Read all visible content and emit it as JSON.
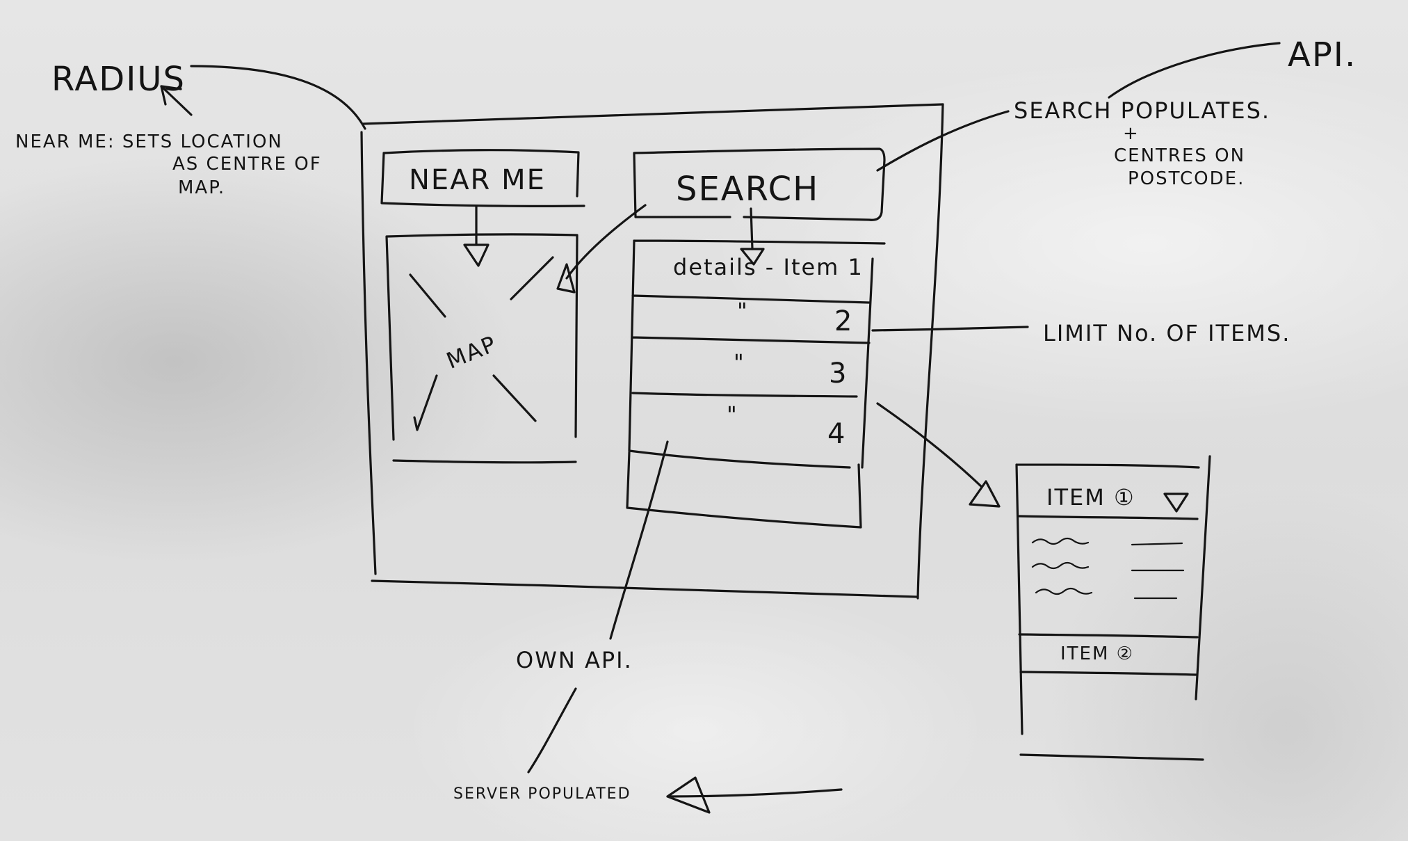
{
  "annotations": {
    "radius": "RADIUS",
    "near_me_note": "NEAR ME: SETS LOCATION",
    "near_me_note_2": "AS CENTRE OF",
    "near_me_note_3": "MAP.",
    "api": "API.",
    "search_populates": "SEARCH POPULATES.",
    "plus": "+",
    "centres_on": "CENTRES ON",
    "postcode": "POSTCODE.",
    "limit_items": "LIMIT No. OF ITEMS.",
    "own_api": "OWN API.",
    "server_populated": "SERVER POPULATED"
  },
  "wireframe": {
    "near_me_button": "NEAR ME",
    "map_label": "MAP",
    "search_box": "SEARCH",
    "list": {
      "first_row": "details - Item 1",
      "rows": [
        {
          "ditto": "\"",
          "number": "2"
        },
        {
          "ditto": "\"",
          "number": "3"
        },
        {
          "ditto": "\"",
          "number": "4"
        }
      ]
    }
  },
  "mobile": {
    "item1": "ITEM ①",
    "item2": "ITEM ②"
  }
}
